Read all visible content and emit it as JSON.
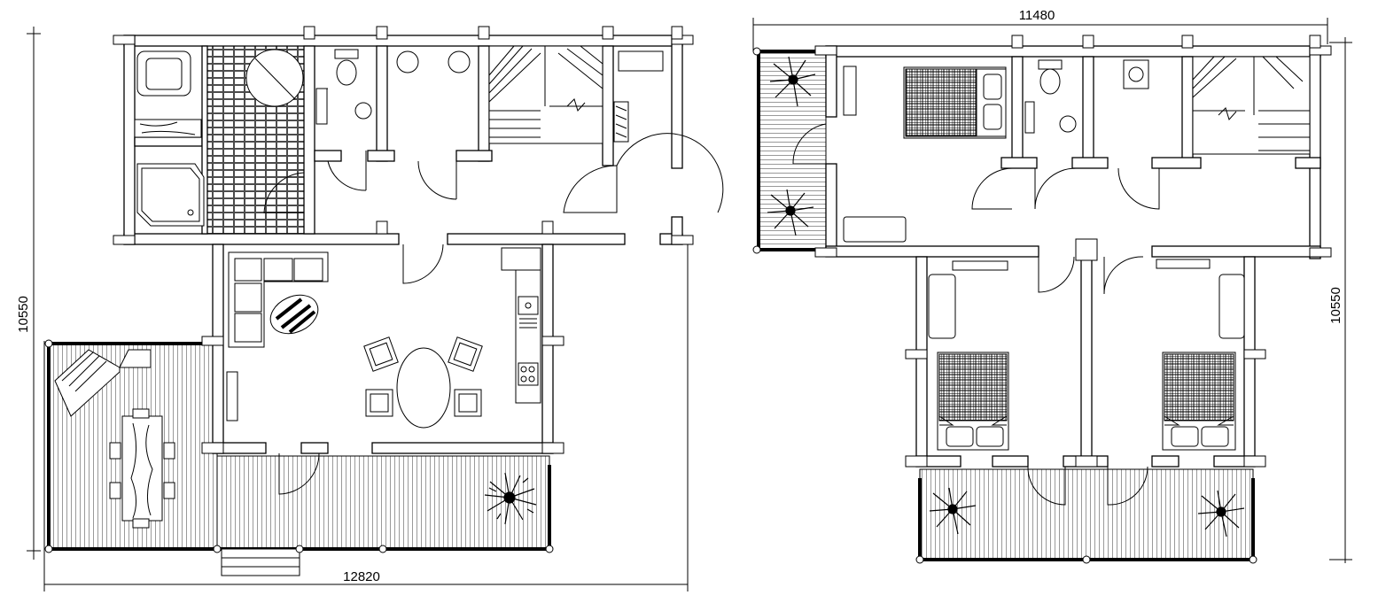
{
  "dimensions": {
    "floor1_width": "12820",
    "floor1_depth": "10550",
    "floor2_width": "11480",
    "floor2_depth": "10550"
  }
}
